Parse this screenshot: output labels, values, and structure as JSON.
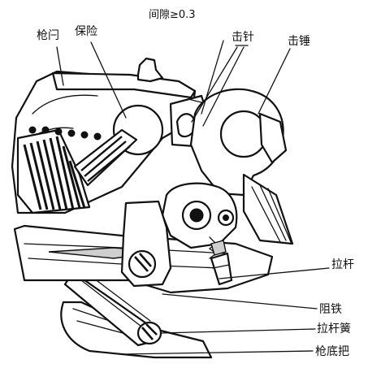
{
  "labels": {
    "bolt": "枪闩",
    "safety": "保险",
    "clearance": "间隙≥0.3",
    "firing_pin": "击针",
    "hammer": "击锤",
    "pull_rod": "拉杆",
    "stop_iron": "阻铁",
    "pull_rod_spring": "拉杆簧",
    "stock": "枪底把"
  }
}
